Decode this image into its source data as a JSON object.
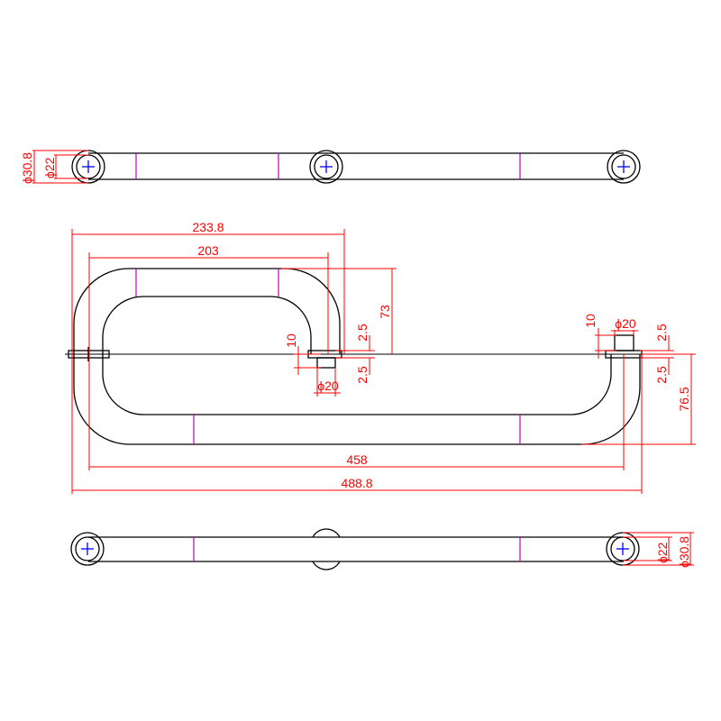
{
  "colors": {
    "outline": "#000000",
    "dimension": "#ff0000",
    "seam": "#c000c0",
    "center_mark": "#0000ff"
  },
  "top_view": {
    "dia_outer": "ϕ30.8",
    "dia_inner": "ϕ22"
  },
  "front_view": {
    "width_left_outer": "233.8",
    "width_left_inner": "203",
    "height_upper": "73",
    "flange_gap_left_a": "2.5",
    "flange_gap_left_b": "2.5",
    "post_height_left": "10",
    "post_dia_left": "ϕ20",
    "post_height_right": "10",
    "post_dia_right": "ϕ20",
    "flange_gap_right_a": "2.5",
    "flange_gap_right_b": "2.5",
    "height_lower": "76.5",
    "width_inner_total": "458",
    "width_outer_total": "488.8"
  },
  "bottom_view": {
    "dia_inner": "ϕ22",
    "dia_outer": "ϕ30.8"
  }
}
